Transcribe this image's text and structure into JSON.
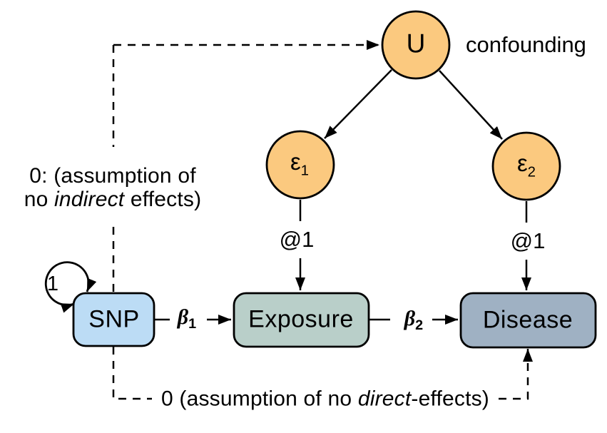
{
  "diagram": {
    "title_hint": "Mendelian randomization path diagram",
    "nodes": {
      "u": {
        "label": "U"
      },
      "eps1": {
        "base": "ε",
        "sub": "1"
      },
      "eps2": {
        "base": "ε",
        "sub": "2"
      },
      "snp": {
        "label": "SNP"
      },
      "exposure": {
        "label": "Exposure"
      },
      "disease": {
        "label": "Disease"
      }
    },
    "edge_labels": {
      "confounding": "confounding",
      "loading1": "@1",
      "loading2": "@1",
      "variance": "1",
      "beta1": {
        "base": "β",
        "sub": "1"
      },
      "beta2": {
        "base": "β",
        "sub": "2"
      }
    },
    "annotations": {
      "indirect": {
        "line1": "0: (assumption of",
        "line2_pre": "no ",
        "line2_italic": "indirect",
        "line2_post": " effects)"
      },
      "direct": {
        "pre": "0 (assumption of no ",
        "italic": "direct",
        "post": "-effects)"
      }
    },
    "colors": {
      "latent_fill": "#FBC97F",
      "snp_fill": "#BCDCF5",
      "exposure_fill": "#B9CFC9",
      "disease_fill": "#9FB1C3",
      "stroke": "#000000",
      "background": "#FFFFFF"
    }
  }
}
